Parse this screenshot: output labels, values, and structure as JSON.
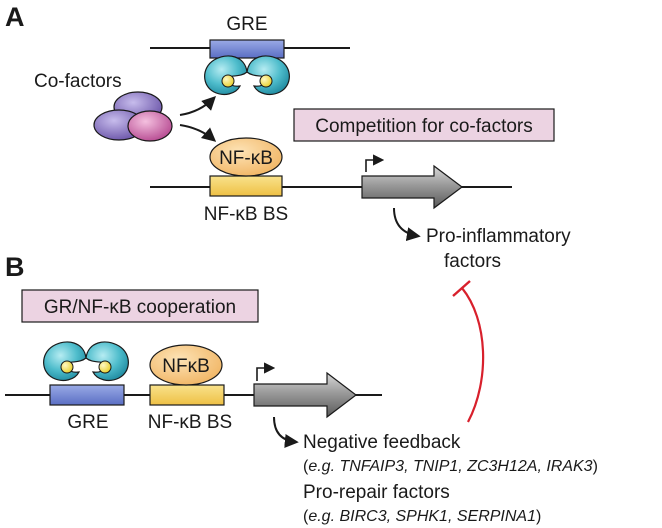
{
  "panel_a": {
    "letter": "A",
    "gre_label": "GRE",
    "cofactors_label": "Co-factors",
    "competition_label": "Competition for co-factors",
    "nfkb_protein": "NF-κB",
    "nfkb_bs_label": "NF-κB BS",
    "output_line1": "Pro-inflammatory",
    "output_line2": "factors"
  },
  "panel_b": {
    "letter": "B",
    "cooperation_label": "GR/NF-κB cooperation",
    "nfkb_protein": "NFκB",
    "gre_label": "GRE",
    "nfkb_bs_label": "NF-κB BS",
    "negative_feedback_label": "Negative feedback",
    "nf_prefix": "(",
    "nf_eg": "e.g.",
    "nf_genes": "TNFAIP3, TNIP1, ZC3H12A, IRAK3",
    "nf_suffix": ")",
    "pro_repair_label": "Pro-repair factors",
    "pr_prefix": "(",
    "pr_eg": "e.g.",
    "pr_genes": "BIRC3, SPHK1, SERPINA1",
    "pr_suffix": ")"
  },
  "colors": {
    "gre_box": "#6b7fd0",
    "gr_protein": "#3fb1c4",
    "gr_dot": "#f4e255",
    "cofactor_purple": "#7a63b5",
    "cofactor_pink": "#c45a9e",
    "nfkb_protein": "#f6c37a",
    "nfkb_box": "#f5d36a",
    "label_box": "#ecd3e2",
    "gene_arrow": "#8a8a8a",
    "inhibition": "#d8202c"
  }
}
